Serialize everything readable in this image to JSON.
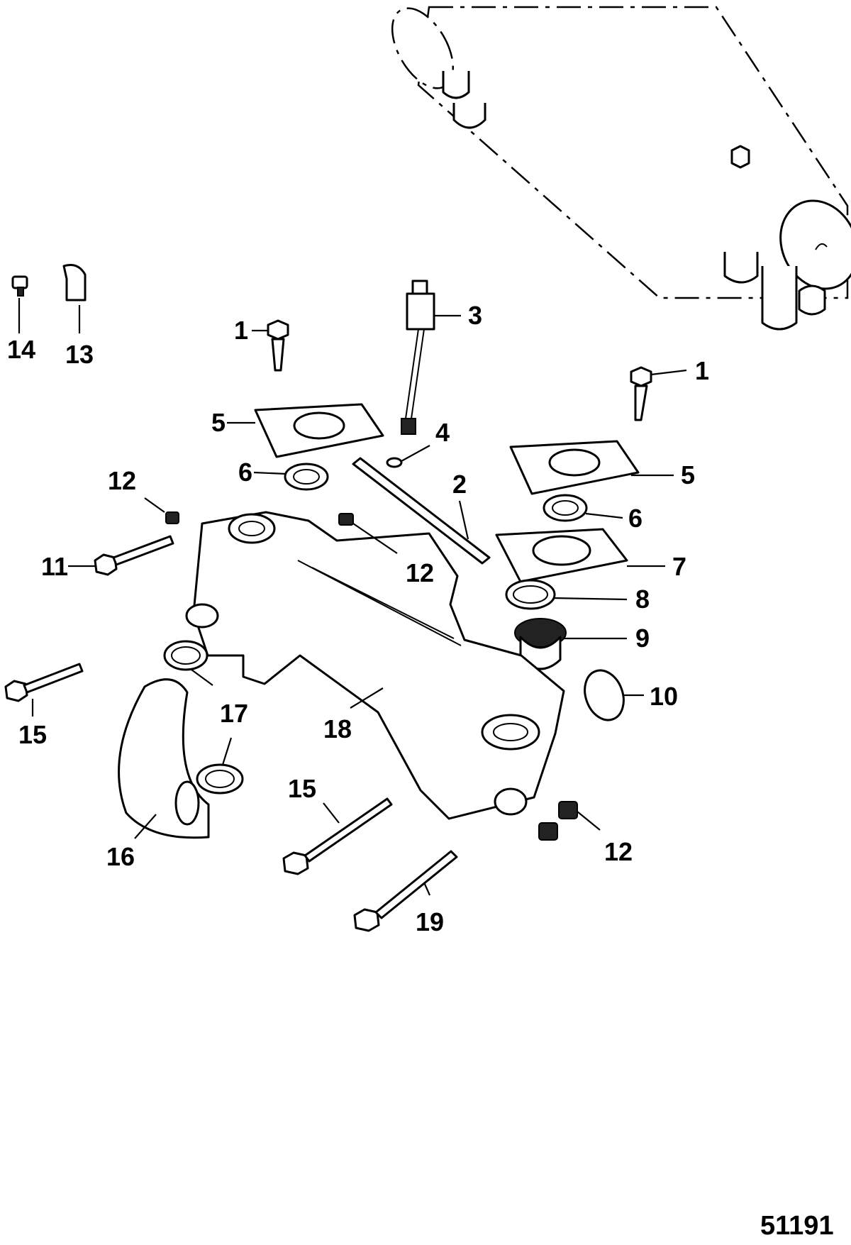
{
  "figure_id": "51191",
  "callouts": {
    "c1a": "1",
    "c1b": "1",
    "c2": "2",
    "c3": "3",
    "c4": "4",
    "c5a": "5",
    "c5b": "5",
    "c6a": "6",
    "c6b": "6",
    "c7": "7",
    "c8": "8",
    "c9": "9",
    "c10": "10",
    "c11": "11",
    "c12a": "12",
    "c12b": "12",
    "c12c": "12",
    "c13": "13",
    "c14": "14",
    "c15a": "15",
    "c15b": "15",
    "c16": "16",
    "c17": "17",
    "c18": "18",
    "c19": "19"
  }
}
